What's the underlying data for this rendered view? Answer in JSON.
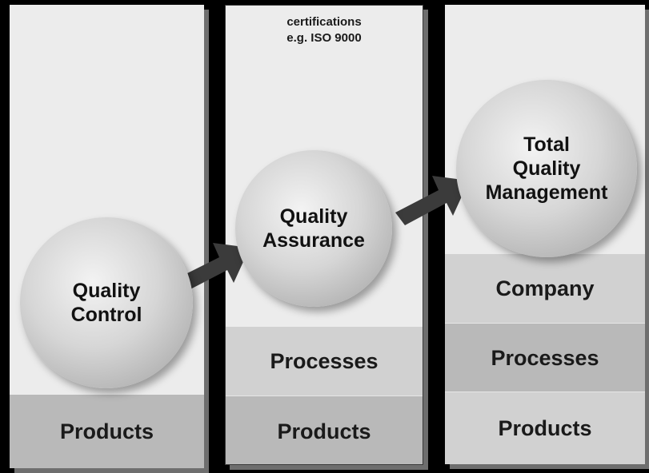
{
  "columns": [
    {
      "circle": "Quality\nControl",
      "bands": [
        "Products"
      ]
    },
    {
      "note": "certifications\ne.g. ISO 9000",
      "circle": "Quality\nAssurance",
      "bands": [
        "Processes",
        "Products"
      ]
    },
    {
      "circle": "Total\nQuality\nManagement",
      "bands": [
        "Company",
        "Processes",
        "Products"
      ]
    }
  ],
  "colors": {
    "background": "#000000",
    "panel": "#ececec",
    "band_dark": "#b9b9b9",
    "band_light": "#d1d1d1",
    "arrow": "#3b3b3b"
  },
  "icons": [
    "arrow-right-icon",
    "arrow-right-icon"
  ]
}
